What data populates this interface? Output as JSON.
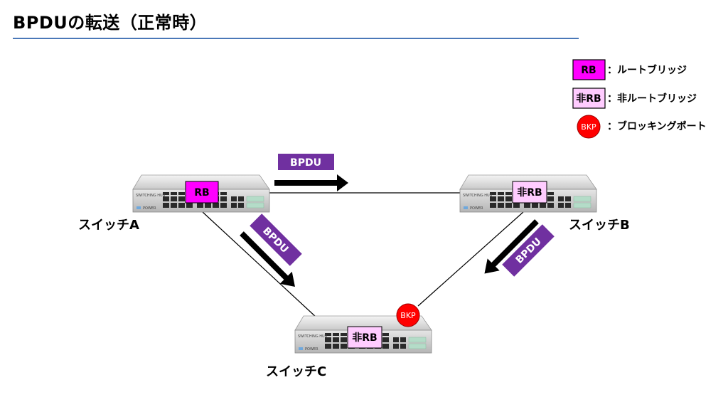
{
  "title": "BPDUの転送（正常時）",
  "colors": {
    "rb_fill": "#ff00ff",
    "non_rb_fill": "#ffccff",
    "bkp_fill": "#ff0000",
    "bpdu_fill": "#7030a0",
    "title_rule": "#4a78b8"
  },
  "legend": {
    "rb_box": "RB",
    "rb_text": "：ルートブリッジ",
    "non_rb_box": "非RB",
    "non_rb_text": "：非ルートブリッジ",
    "bkp_box": "BKP",
    "bkp_text": "：ブロッキングポート"
  },
  "switches": {
    "a": {
      "name": "スイッチA",
      "role": "RB",
      "model_label": "SWITCHING HUB",
      "power_label": "POWER"
    },
    "b": {
      "name": "スイッチB",
      "role": "非RB",
      "model_label": "SWITCHING HUB",
      "power_label": "POWER"
    },
    "c": {
      "name": "スイッチC",
      "role": "非RB",
      "model_label": "SWITCHING HUB",
      "power_label": "POWER"
    }
  },
  "bpdu_labels": {
    "a_to_b": "BPDU",
    "a_to_c": "BPDU",
    "b_to_c": "BPDU"
  },
  "bkp_port": "BKP"
}
